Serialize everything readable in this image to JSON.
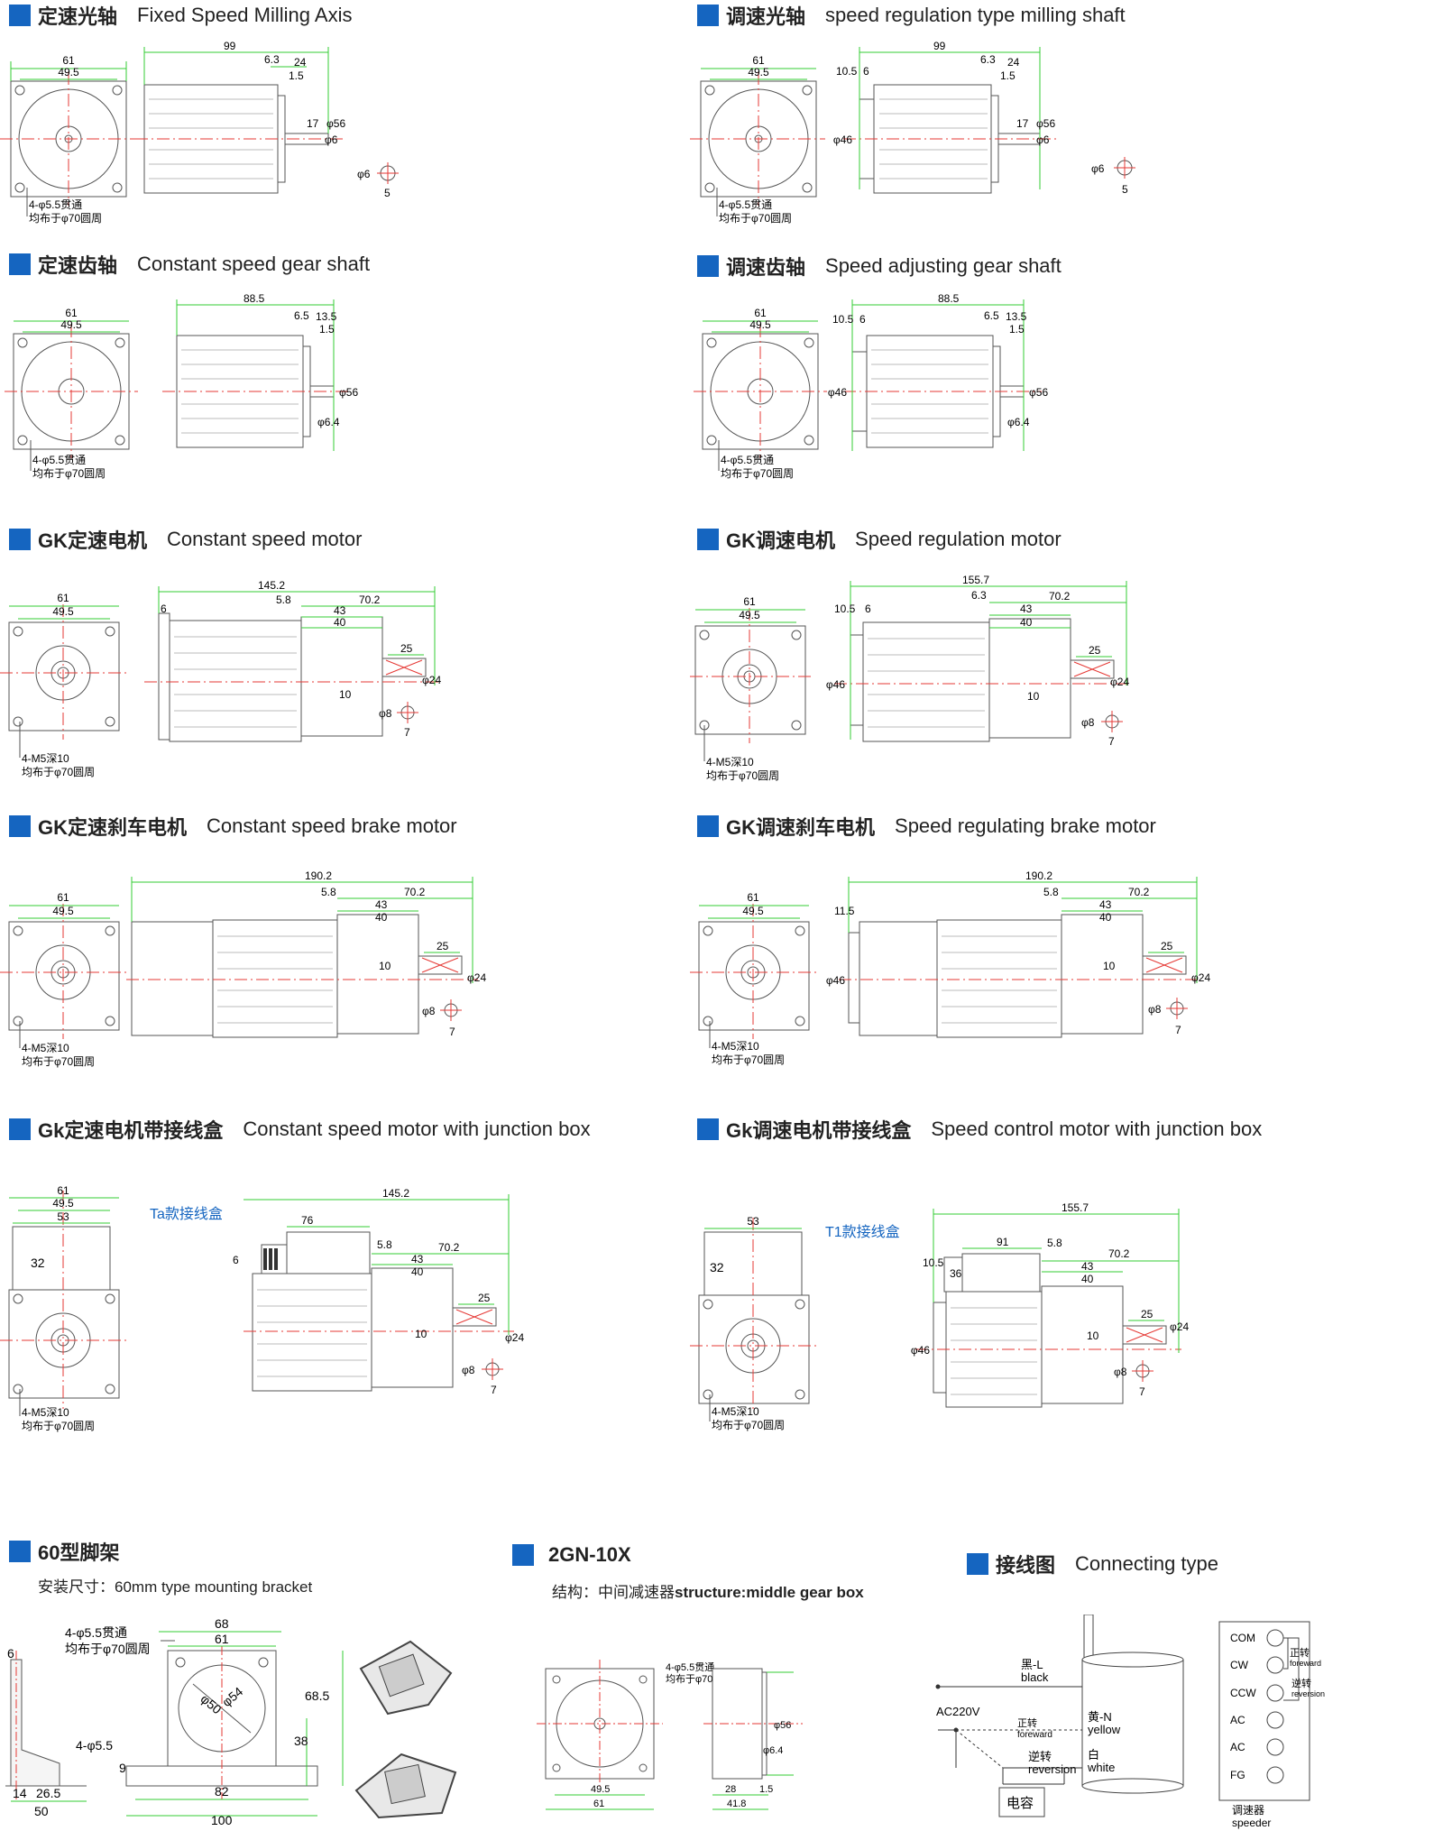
{
  "sections": [
    {
      "key": "fixed_milling",
      "zh": "定速光轴",
      "en": "Fixed Speed Milling Axis"
    },
    {
      "key": "speed_milling",
      "zh": "调速光轴",
      "en": "speed regulation type milling shaft"
    },
    {
      "key": "const_gear",
      "zh": "定速齿轴",
      "en": "Constant speed gear shaft"
    },
    {
      "key": "speed_gear",
      "zh": "调速齿轴",
      "en": "Speed adjusting gear shaft"
    },
    {
      "key": "gk_const",
      "zh": "GK定速电机",
      "en": "Constant  speed motor"
    },
    {
      "key": "gk_speed",
      "zh": "GK调速电机",
      "en": "Speed regulation motor"
    },
    {
      "key": "gk_const_brake",
      "zh": "GK定速刹车电机",
      "en": "Constant speed brake motor"
    },
    {
      "key": "gk_speed_brake",
      "zh": "GK调速刹车电机",
      "en": "Speed regulating brake motor"
    },
    {
      "key": "gk_const_box",
      "zh": "Gk定速电机带接线盒",
      "en": "Constant speed motor with junction box"
    },
    {
      "key": "gk_speed_box",
      "zh": "Gk调速电机带接线盒",
      "en": "Speed control motor with junction box"
    },
    {
      "key": "bracket",
      "zh": "60型脚架",
      "en": ""
    },
    {
      "key": "gearbox",
      "zh": "2GN-10X",
      "en": ""
    },
    {
      "key": "wiring",
      "zh": "接线图",
      "en": "Connecting type"
    }
  ],
  "bracket_caption": "安装尺寸：60mm type mounting bracket",
  "gearbox_caption_prefix": "结构：中间减速器",
  "gearbox_caption_bold": "structure:middle gear box",
  "labels": {
    "hole_4_55": "4-φ5.5贯通",
    "pcd_70": "均布于φ70圆周",
    "hole_m5": "4-M5深10",
    "ta_box": "Ta款接线盒",
    "t1_box": "T1款接线盒",
    "bracket_hole": "4-φ5.5",
    "phi50": "φ50",
    "phi54": "φ54"
  },
  "dims": {
    "d61": "61",
    "d495": "49.5",
    "d99": "99",
    "d63": "6.3",
    "d24": "24",
    "d15": "1.5",
    "d17": "17",
    "dphi56": "φ56",
    "dphi6": "φ6",
    "d5": "5",
    "d105": "10.5",
    "d6": "6",
    "dphi46": "φ46",
    "d885": "88.5",
    "d65": "6.5",
    "d135": "13.5",
    "dphi64": "φ6.4",
    "d1452": "145.2",
    "d58": "5.8",
    "d43": "43",
    "d40": "40",
    "d702": "70.2",
    "d25": "25",
    "d10": "10",
    "dphi24": "φ24",
    "dphi8": "φ8",
    "d7": "7",
    "d1557": "155.7",
    "d1902": "190.2",
    "d115": "11.5",
    "d53": "53",
    "d32": "32",
    "d76": "76",
    "d91": "91",
    "d36": "36",
    "d68": "68",
    "d685": "68.5",
    "d38": "38",
    "d9": "9",
    "d14": "14",
    "d265": "26.5",
    "d50": "50",
    "d82": "82",
    "d100": "100",
    "d28": "28",
    "d418": "41.8"
  },
  "wiring": {
    "black_zh": "黑-L",
    "black_en": "black",
    "ac": "AC220V",
    "fwd_zh": "正转",
    "fwd_en": "foreward",
    "rev_zh": "逆转",
    "rev_en": "reversion",
    "yellow_zh": "黄-N",
    "yellow_en": "yellow",
    "white_zh": "白",
    "white_en": "white",
    "cap": "电容",
    "terminals": [
      "COM",
      "CW",
      "CCW",
      "AC",
      "AC",
      "FG"
    ],
    "r_fwd_zh": "正转",
    "r_fwd_en": "foreward",
    "r_rev_zh": "逆转",
    "r_rev_en": "reversion",
    "speeder_zh": "调速器",
    "speeder_en": "speeder"
  },
  "colors": {
    "accent": "#1565c0",
    "dimension": "#33cc33",
    "center": "#e53935",
    "outline": "#555555"
  }
}
